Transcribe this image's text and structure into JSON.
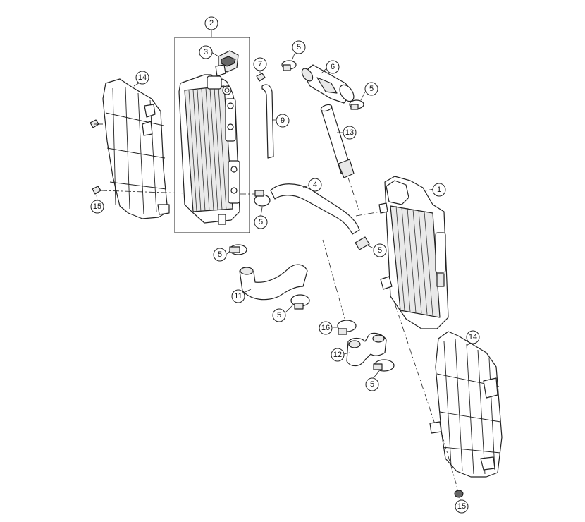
{
  "callouts": [
    {
      "id": "c2",
      "label": "2"
    },
    {
      "id": "c3",
      "label": "3"
    },
    {
      "id": "c14a",
      "label": "14"
    },
    {
      "id": "c15a",
      "label": "15"
    },
    {
      "id": "c7",
      "label": "7"
    },
    {
      "id": "c9",
      "label": "9"
    },
    {
      "id": "c5a",
      "label": "5"
    },
    {
      "id": "c6",
      "label": "6"
    },
    {
      "id": "c5b",
      "label": "5"
    },
    {
      "id": "c13",
      "label": "13"
    },
    {
      "id": "c4",
      "label": "4"
    },
    {
      "id": "c5c",
      "label": "5"
    },
    {
      "id": "c1",
      "label": "1"
    },
    {
      "id": "c5d",
      "label": "5"
    },
    {
      "id": "c5e",
      "label": "5"
    },
    {
      "id": "c11",
      "label": "11"
    },
    {
      "id": "c5f",
      "label": "5"
    },
    {
      "id": "c16",
      "label": "16"
    },
    {
      "id": "c12",
      "label": "12"
    },
    {
      "id": "c14b",
      "label": "14"
    },
    {
      "id": "c5g",
      "label": "5"
    },
    {
      "id": "c15b",
      "label": "15"
    }
  ]
}
